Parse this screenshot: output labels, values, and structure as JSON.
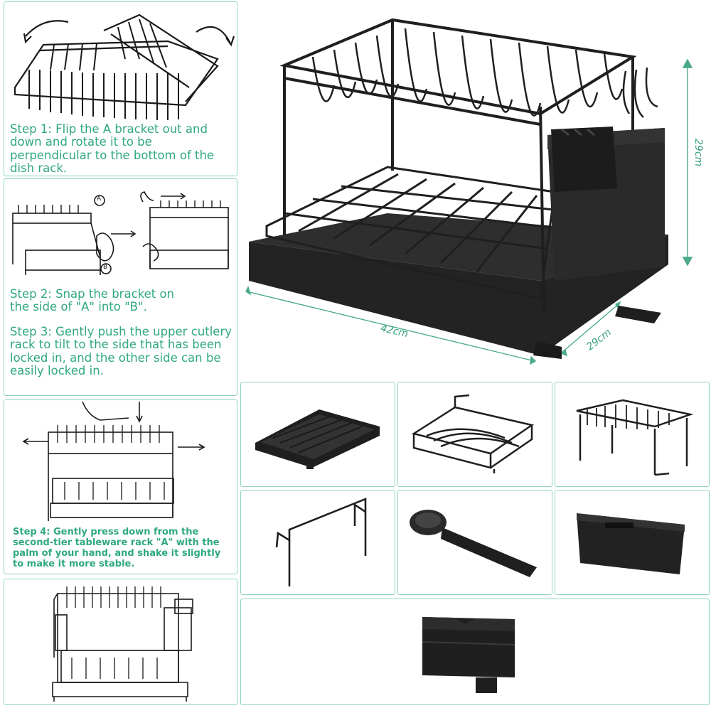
{
  "steps": {
    "step1": "Step 1: Flip the A bracket out and down and rotate it to be perpendicular to the bottom of the dish rack.",
    "step2": "Step 2: Snap the bracket on the side of \"A\" into \"B\".",
    "step3": "Step 3: Gently push the upper cutlery rack to tilt to the side that has been locked in, and the other side can be easily locked in.",
    "step4": "Step 4: Gently press down from the second-tier tableware rack \"A\" with the palm of your hand, and shake it slightly to make it more stable."
  },
  "labels": {
    "bracket_a": "A",
    "bracket_b": "B"
  },
  "dimensions": {
    "height": "29cm",
    "length": "42cm",
    "width": "29cm"
  },
  "colors": {
    "accent_text": "#2fa880",
    "panel_border": "#8fd3bf",
    "product": "#1e1e1e"
  }
}
